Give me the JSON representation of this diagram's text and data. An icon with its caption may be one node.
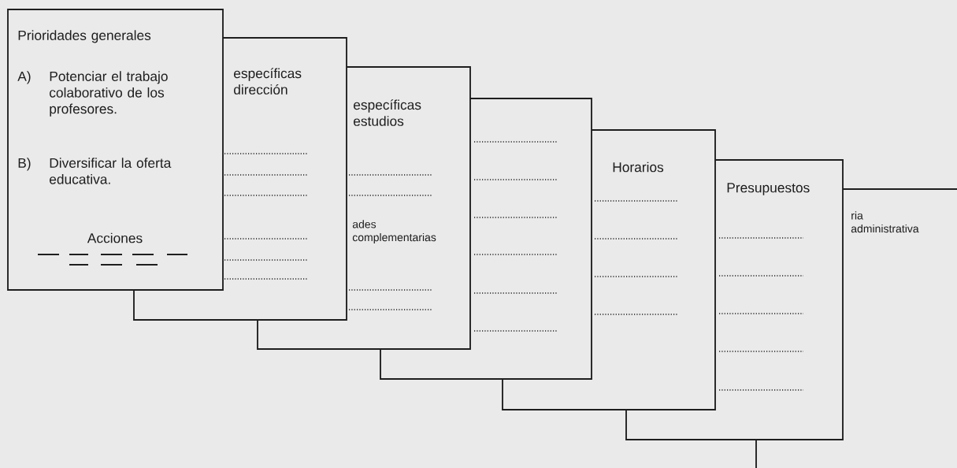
{
  "diagram": {
    "nodes": [
      {
        "text": [
          "Prioridades generales",
          "A)",
          "Potenciar el trabajo colaborativo de los profesores.",
          "B)",
          "Diversificar la oferta educativa.",
          "Acciones"
        ]
      },
      {
        "text": [
          "específicas dirección"
        ]
      },
      {
        "text": [
          "específicas estudios",
          "ades complementarias"
        ]
      },
      {
        "text": [],
        "shape": "box"
      },
      {
        "text": [
          "Horarios"
        ]
      },
      {
        "text": [
          "Presupuestos"
        ]
      },
      {
        "text": [
          "ria administrativa"
        ]
      }
    ]
  }
}
